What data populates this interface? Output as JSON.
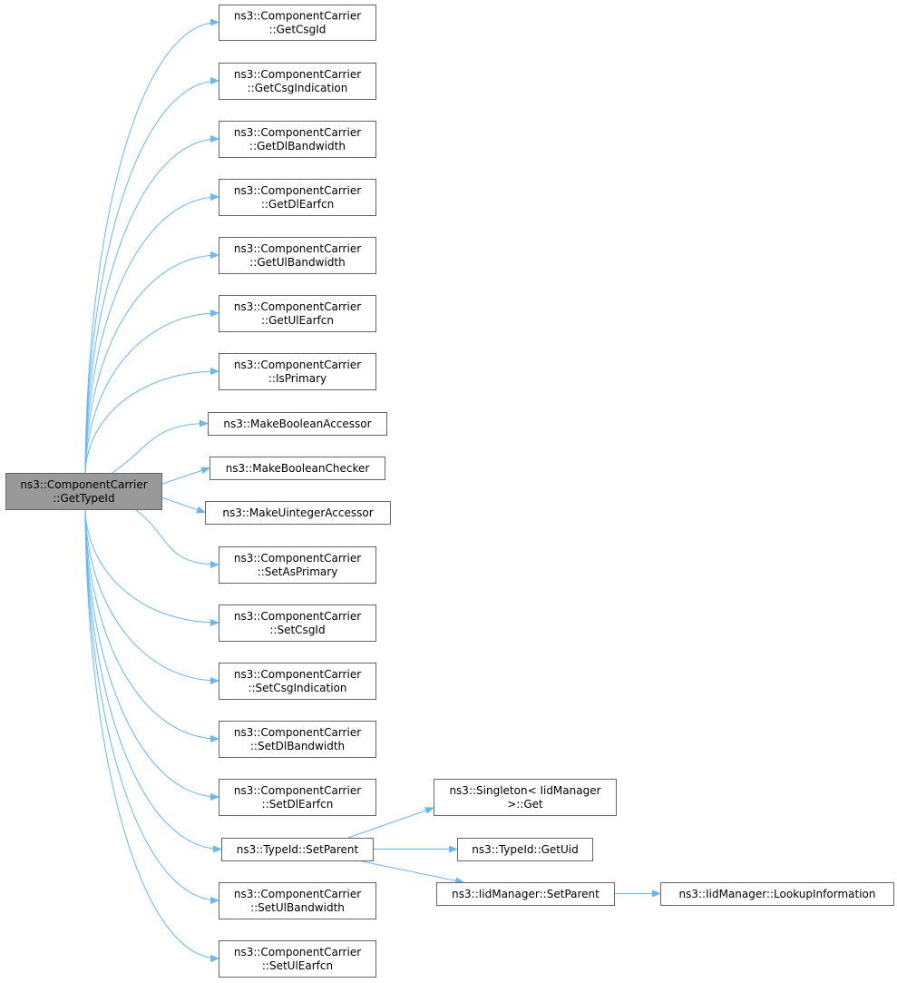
{
  "root": {
    "id": "root",
    "lines": [
      "ns3::ComponentCarrier",
      "::GetTypeId"
    ]
  },
  "callees": [
    {
      "id": "getcsgid",
      "lines": [
        "ns3::ComponentCarrier",
        "::GetCsgId"
      ]
    },
    {
      "id": "getcsgindication",
      "lines": [
        "ns3::ComponentCarrier",
        "::GetCsgIndication"
      ]
    },
    {
      "id": "getdlbandwidth",
      "lines": [
        "ns3::ComponentCarrier",
        "::GetDlBandwidth"
      ]
    },
    {
      "id": "getdlearfcn",
      "lines": [
        "ns3::ComponentCarrier",
        "::GetDlEarfcn"
      ]
    },
    {
      "id": "getulbandwidth",
      "lines": [
        "ns3::ComponentCarrier",
        "::GetUlBandwidth"
      ]
    },
    {
      "id": "getulearfcn",
      "lines": [
        "ns3::ComponentCarrier",
        "::GetUlEarfcn"
      ]
    },
    {
      "id": "isprimary",
      "lines": [
        "ns3::ComponentCarrier",
        "::IsPrimary"
      ]
    },
    {
      "id": "makebooleanaccessor",
      "lines": [
        "ns3::MakeBooleanAccessor"
      ]
    },
    {
      "id": "makebooleanchecker",
      "lines": [
        "ns3::MakeBooleanChecker"
      ]
    },
    {
      "id": "makeuintegeraccessor",
      "lines": [
        "ns3::MakeUintegerAccessor"
      ]
    },
    {
      "id": "setasprimary",
      "lines": [
        "ns3::ComponentCarrier",
        "::SetAsPrimary"
      ]
    },
    {
      "id": "setcsgid",
      "lines": [
        "ns3::ComponentCarrier",
        "::SetCsgId"
      ]
    },
    {
      "id": "setcsgindication",
      "lines": [
        "ns3::ComponentCarrier",
        "::SetCsgIndication"
      ]
    },
    {
      "id": "setdlbandwidth",
      "lines": [
        "ns3::ComponentCarrier",
        "::SetDlBandwidth"
      ]
    },
    {
      "id": "setdlearfcn",
      "lines": [
        "ns3::ComponentCarrier",
        "::SetDlEarfcn"
      ]
    },
    {
      "id": "typeid-setparent",
      "lines": [
        "ns3::TypeId::SetParent"
      ]
    },
    {
      "id": "setulbandwidth",
      "lines": [
        "ns3::ComponentCarrier",
        "::SetUlBandwidth"
      ]
    },
    {
      "id": "setulearfcn",
      "lines": [
        "ns3::ComponentCarrier",
        "::SetUlEarfcn"
      ]
    }
  ],
  "second_level": [
    {
      "id": "singleton-get",
      "lines": [
        "ns3::Singleton< IidManager",
        ">::Get"
      ]
    },
    {
      "id": "typeid-getuid",
      "lines": [
        "ns3::TypeId::GetUid"
      ]
    },
    {
      "id": "iidmanager-setparent",
      "lines": [
        "ns3::IidManager::SetParent"
      ]
    }
  ],
  "third_level": [
    {
      "id": "iidmanager-lookupinformation",
      "lines": [
        "ns3::IidManager::LookupInformation"
      ]
    }
  ],
  "edges": [
    {
      "from": "root",
      "to": "getcsgid"
    },
    {
      "from": "root",
      "to": "getcsgindication"
    },
    {
      "from": "root",
      "to": "getdlbandwidth"
    },
    {
      "from": "root",
      "to": "getdlearfcn"
    },
    {
      "from": "root",
      "to": "getulbandwidth"
    },
    {
      "from": "root",
      "to": "getulearfcn"
    },
    {
      "from": "root",
      "to": "isprimary"
    },
    {
      "from": "root",
      "to": "makebooleanaccessor"
    },
    {
      "from": "root",
      "to": "makebooleanchecker"
    },
    {
      "from": "root",
      "to": "makeuintegeraccessor"
    },
    {
      "from": "root",
      "to": "setasprimary"
    },
    {
      "from": "root",
      "to": "setcsgid"
    },
    {
      "from": "root",
      "to": "setcsgindication"
    },
    {
      "from": "root",
      "to": "setdlbandwidth"
    },
    {
      "from": "root",
      "to": "setdlearfcn"
    },
    {
      "from": "root",
      "to": "typeid-setparent"
    },
    {
      "from": "root",
      "to": "setulbandwidth"
    },
    {
      "from": "root",
      "to": "setulearfcn"
    },
    {
      "from": "typeid-setparent",
      "to": "singleton-get"
    },
    {
      "from": "typeid-setparent",
      "to": "typeid-getuid"
    },
    {
      "from": "typeid-setparent",
      "to": "iidmanager-setparent"
    },
    {
      "from": "iidmanager-setparent",
      "to": "iidmanager-lookupinformation"
    }
  ],
  "colors": {
    "edge": "#63b8ff",
    "root_fill": "#999999",
    "node_border": "#666666"
  }
}
